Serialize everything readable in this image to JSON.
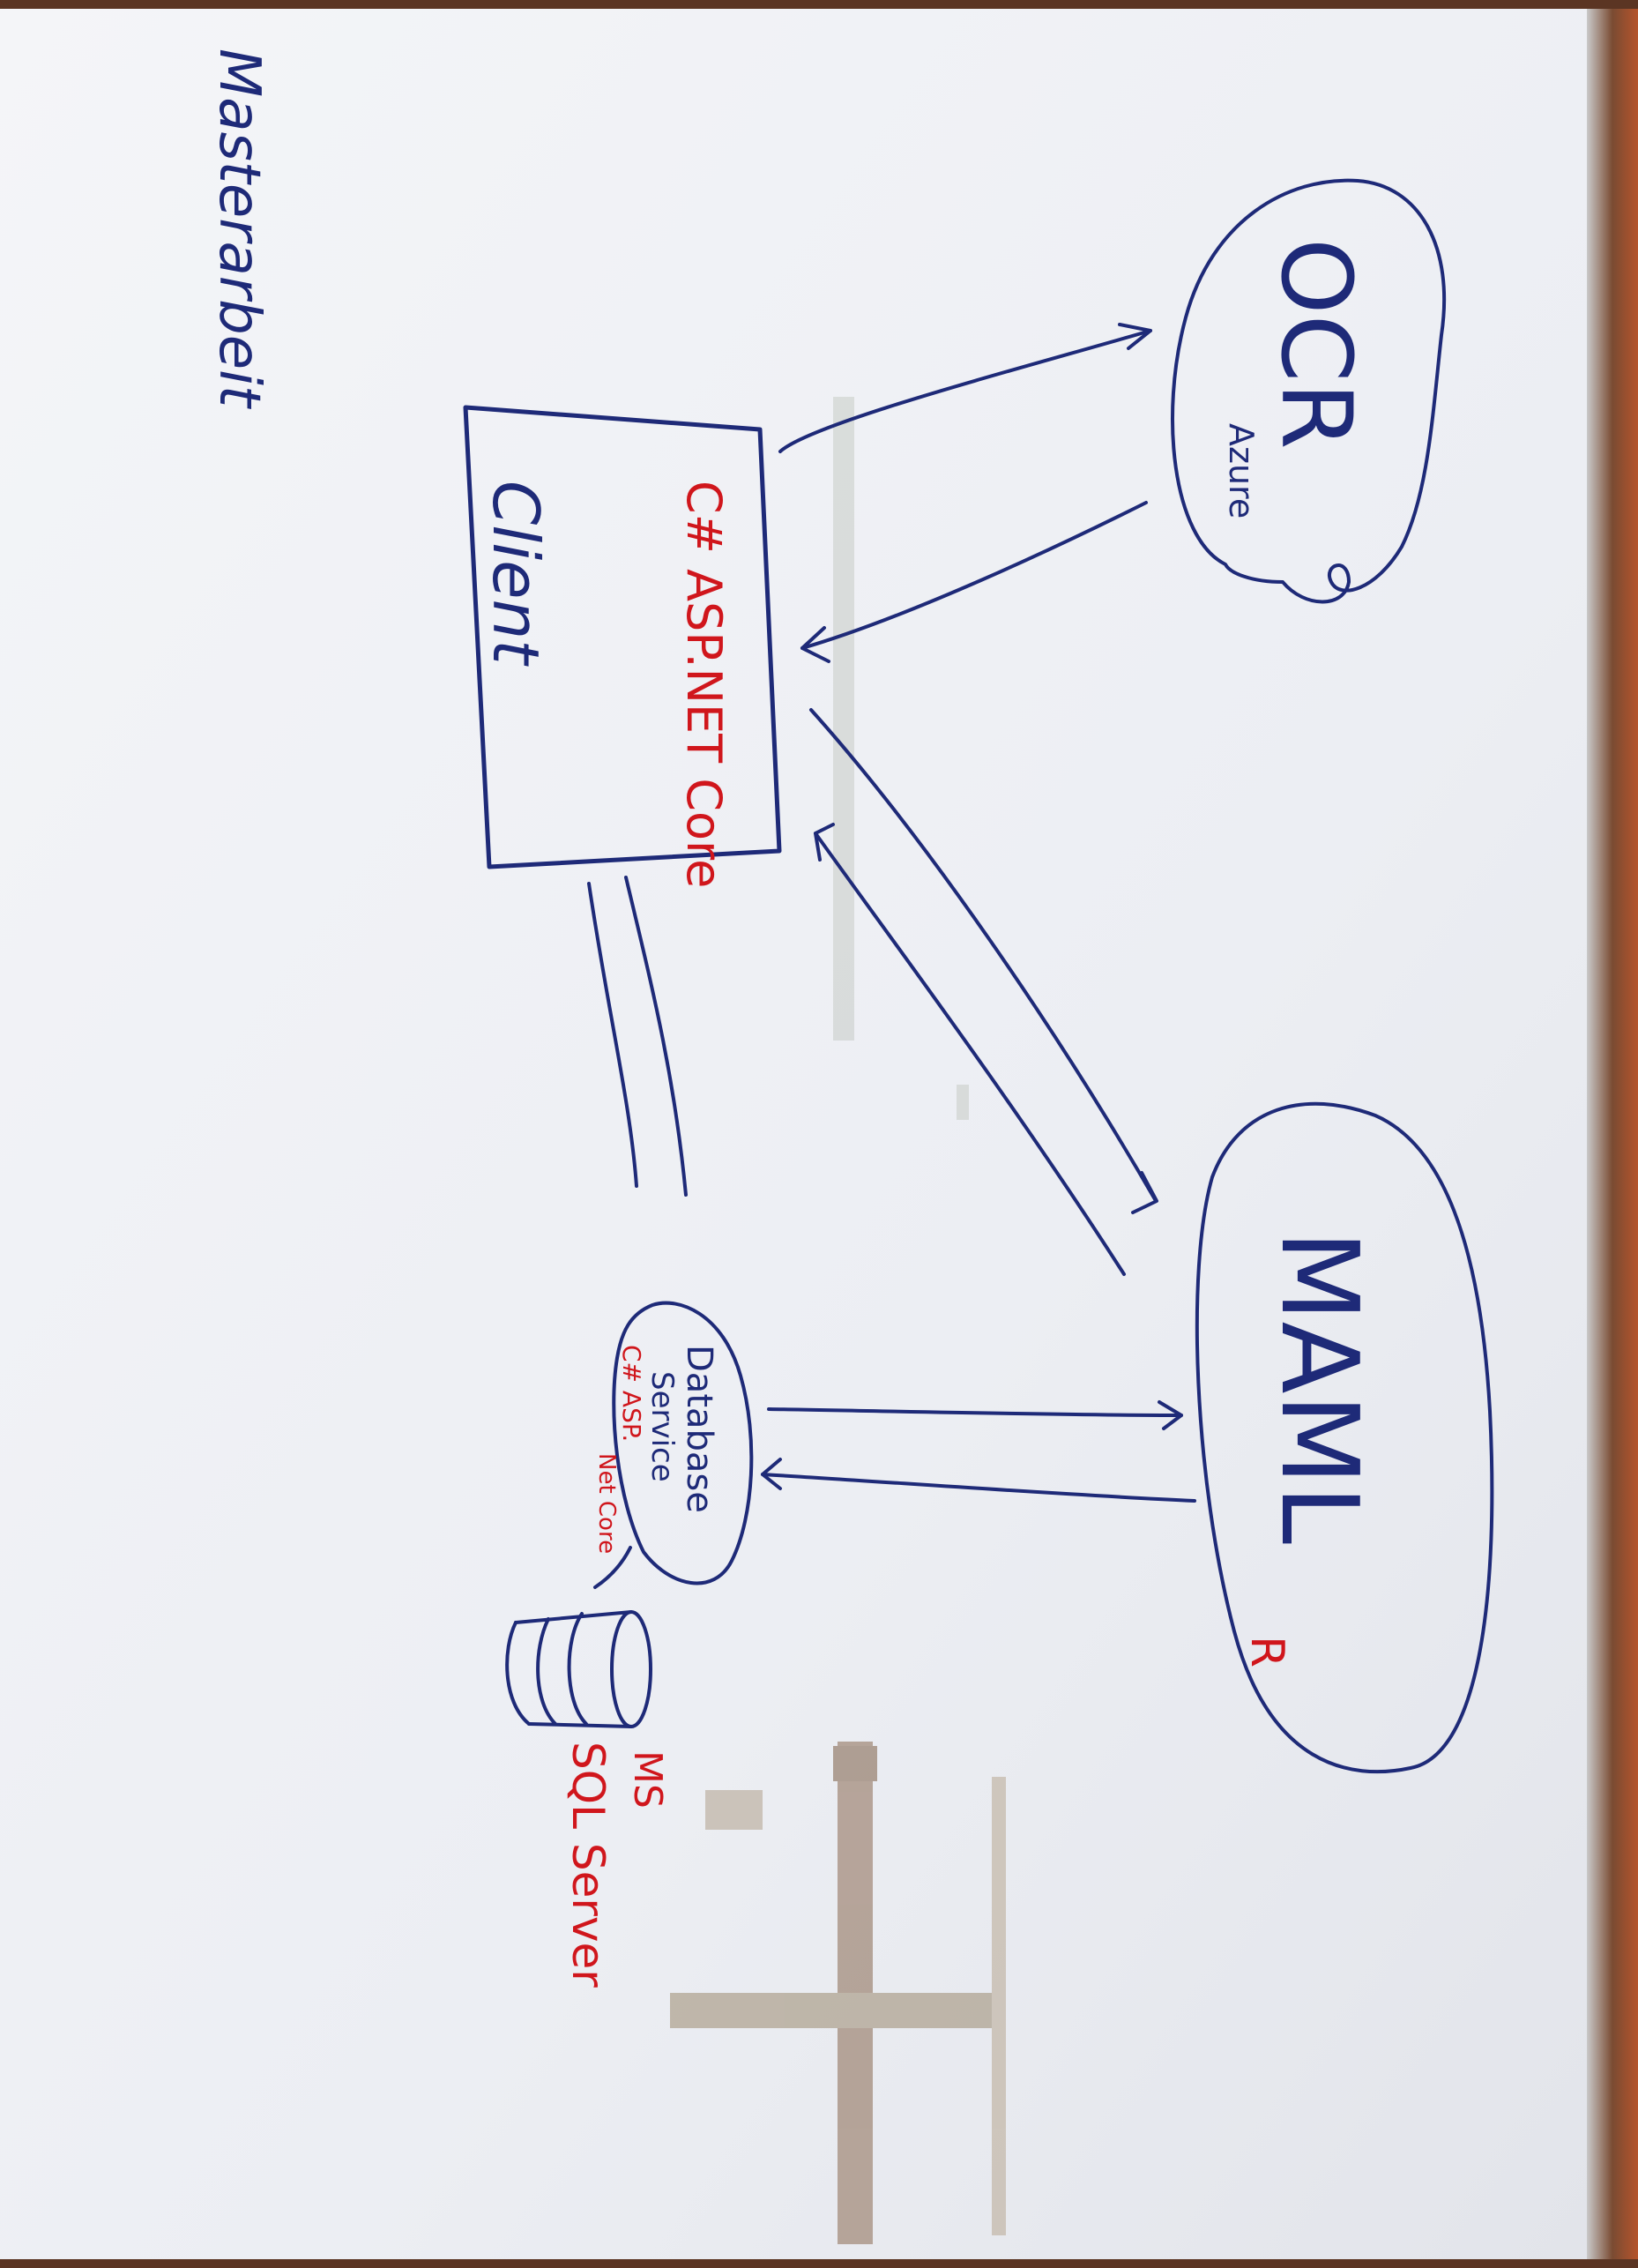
{
  "title": "Masterarbeit",
  "nodes": {
    "ocr": {
      "label": "OCR",
      "sublabel": "Azure"
    },
    "client": {
      "label": "Client",
      "tech": "C# ASP.NET Core"
    },
    "maml": {
      "label": "MAML",
      "tech": "R"
    },
    "db_service": {
      "label_line1": "Database",
      "label_line2": "Service",
      "tech_line1": "C# ASP.",
      "tech_line2": "Net Core"
    },
    "storage": {
      "tech_line1": "MS",
      "tech_line2": "SQL Server"
    }
  },
  "colors": {
    "ink_blue": "#1e2a78",
    "ink_red": "#d0161c",
    "board": "#eef0f4",
    "frame": "#5a3a2a"
  }
}
